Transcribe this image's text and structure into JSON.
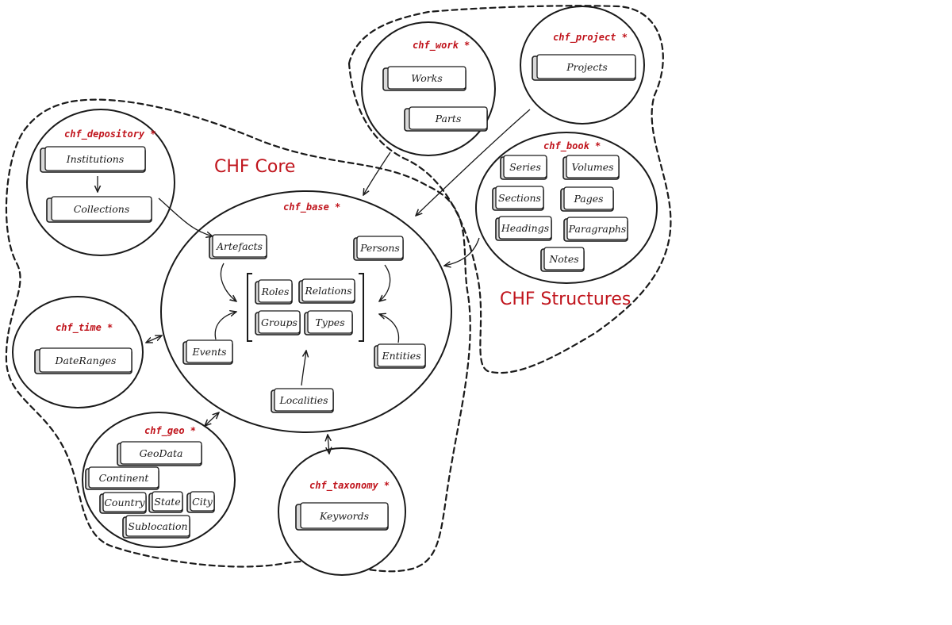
{
  "regions": {
    "core_title": "CHF Core",
    "structures_title": "CHF Structures"
  },
  "modules": {
    "work": {
      "title": "chf_work *",
      "items": [
        "Works",
        "Parts"
      ]
    },
    "project": {
      "title": "chf_project *",
      "items": [
        "Projects"
      ]
    },
    "book": {
      "title": "chf_book *",
      "items": [
        "Series",
        "Volumes",
        "Sections",
        "Pages",
        "Headings",
        "Paragraphs",
        "Notes"
      ]
    },
    "depository": {
      "title": "chf_depository *",
      "items": [
        "Institutions",
        "Collections"
      ]
    },
    "base": {
      "title": "chf_base *",
      "items": [
        "Artefacts",
        "Persons",
        "Roles",
        "Relations",
        "Groups",
        "Types",
        "Events",
        "Entities",
        "Localities"
      ]
    },
    "time": {
      "title": "chf_time *",
      "items": [
        "DateRanges"
      ]
    },
    "geo": {
      "title": "chf_geo *",
      "items": [
        "GeoData",
        "Continent",
        "Country",
        "State",
        "City",
        "Sublocation"
      ]
    },
    "taxonomy": {
      "title": "chf_taxonomy *",
      "items": [
        "Keywords"
      ]
    }
  }
}
